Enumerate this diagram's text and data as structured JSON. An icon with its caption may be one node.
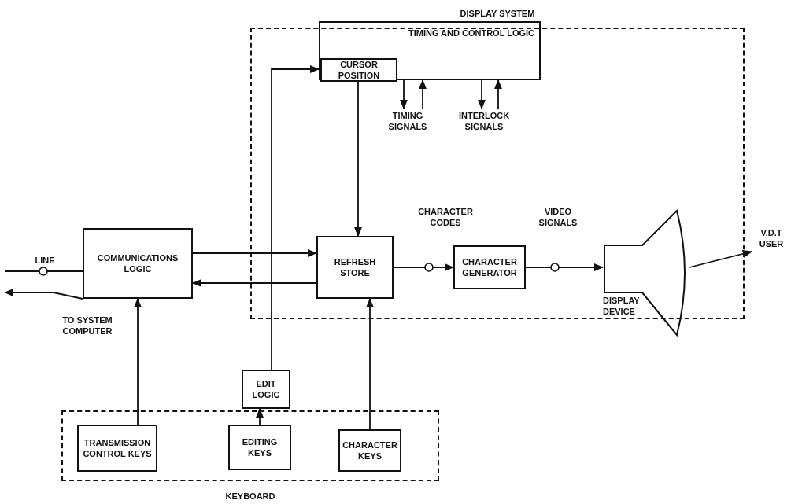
{
  "diagram": {
    "nodes": [
      {
        "text": [
          "DISPLAY SYSTEM"
        ]
      },
      {
        "text": [
          "TIMING AND CONTROL LOGIC"
        ],
        "in": 0
      },
      {
        "text": [
          "CURSOR POSITION"
        ],
        "in": 1
      },
      {
        "text": [
          "REFRESH STORE"
        ],
        "in": 0
      },
      {
        "text": [
          "CHARACTER GENERATOR"
        ],
        "in": 0
      },
      {
        "text": [
          "DISPLAY DEVICE"
        ],
        "in": 0
      },
      {
        "text": [
          "COMMUNICATIONS LOGIC"
        ]
      },
      {
        "text": [
          "EDIT LOGIC"
        ]
      },
      {
        "text": [
          "KEYBOARD"
        ]
      },
      {
        "text": [
          "TRANSMISSION CONTROL KEYS"
        ],
        "in": 8
      },
      {
        "text": [
          "EDITING KEYS"
        ],
        "in": 8
      },
      {
        "text": [
          "CHARACTER KEYS"
        ],
        "in": 8
      },
      {
        "text": [
          "V.D.T USER"
        ]
      },
      {
        "text": [
          "TIMING SIGNALS"
        ],
        "in": 0
      },
      {
        "text": [
          "INTERLOCK SIGNALS"
        ],
        "in": 0
      }
    ],
    "edges": [
      {
        "from": null,
        "to": 6,
        "arrow": "none",
        "label": "LINE"
      },
      {
        "from": 6,
        "to": null,
        "arrow": "to",
        "label": "TO SYSTEM COMPUTER"
      },
      {
        "from": 6,
        "to": 3,
        "arrow": "to"
      },
      {
        "from": 3,
        "to": 6,
        "arrow": "to"
      },
      {
        "from": 2,
        "to": 3,
        "arrow": "to"
      },
      {
        "from": 7,
        "to": 2,
        "arrow": "to"
      },
      {
        "from": 10,
        "to": 7,
        "arrow": "to"
      },
      {
        "from": 9,
        "to": 6,
        "arrow": "to"
      },
      {
        "from": 11,
        "to": 3,
        "arrow": "to"
      },
      {
        "from": 3,
        "to": 4,
        "arrow": "to",
        "label": "CHARACTER CODES"
      },
      {
        "from": 4,
        "to": 5,
        "arrow": "to",
        "label": "VIDEO SIGNALS"
      },
      {
        "from": 5,
        "to": 12,
        "arrow": "to"
      },
      {
        "from": 1,
        "to": 13,
        "arrow": "to"
      },
      {
        "from": 13,
        "to": 1,
        "arrow": "to"
      },
      {
        "from": 1,
        "to": 14,
        "arrow": "to"
      },
      {
        "from": 14,
        "to": 1,
        "arrow": "to"
      }
    ]
  }
}
